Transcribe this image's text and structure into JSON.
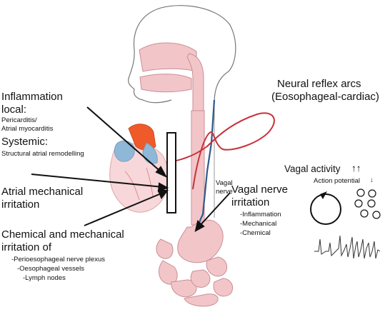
{
  "left": {
    "inflammation_title": "Inflammation",
    "local_label": "local:",
    "local_items": [
      "Pericarditis/",
      "Atrial myocarditis"
    ],
    "systemic_label": "Systemic:",
    "systemic_item": "Structural atrial remodelling",
    "atrial_line1": "Atrial mechanical",
    "atrial_line2": "irritation",
    "chemical_line1": "Chemical and mechanical",
    "chemical_line2": "irritation of",
    "chemical_items": [
      "-Perioesophageal nerve plexus",
      "-Oesophageal vessels",
      "-Lymph nodes"
    ]
  },
  "right": {
    "neural_line1": "Neural reflex arcs",
    "neural_line2": "(Eosophageal-cardiac)",
    "vagal_nerve_label_line1": "Vagal",
    "vagal_nerve_label_line2": "nerve",
    "vagal_irritation_line1": "Vagal nerve",
    "vagal_irritation_line2": "irritation",
    "vagal_irritation_items": [
      "-Inflammation",
      "-Mechanical",
      "-Chemical"
    ],
    "vagal_activity_label": "Vagal activity",
    "vagal_activity_arrows": "↑↑",
    "action_potential_label": "Action potential",
    "action_potential_arrow": "↓"
  },
  "colors": {
    "tissue_fill": "#f2c6c9",
    "tissue_stroke": "#c98e94",
    "nerve_blue": "#2f5a8a",
    "nerve_red": "#c8323a",
    "heart_orange": "#ee5a2a",
    "heart_blue": "#8fb8d8"
  }
}
